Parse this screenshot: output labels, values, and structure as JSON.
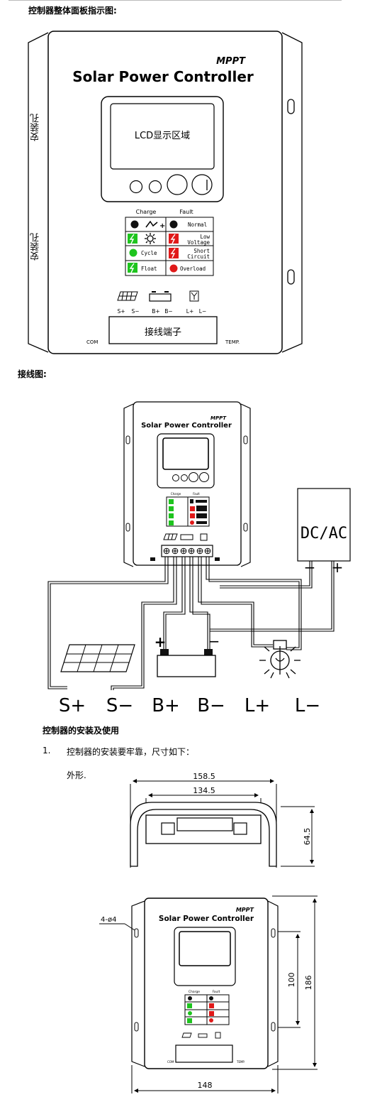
{
  "headings": {
    "panel": "控制器整体面板指示图:",
    "wiring": "接线图:",
    "install": "控制器的安装及使用",
    "item1_num": "1.",
    "item1_text": "控制器的安装要牢靠，尺寸如下：",
    "outline": "外形."
  },
  "panel": {
    "mppt": "MPPT",
    "title": "Solar Power Controller",
    "lcd": "LCD显示区域",
    "mount_hole_label": "安装孔",
    "charge": "Charge",
    "fault": "Fault",
    "normal": "Normal",
    "low_voltage": [
      "Low",
      "Voltage"
    ],
    "cycle": "Cycle",
    "short_circuit": [
      "Short",
      "Circuit"
    ],
    "float": "Float",
    "overload": "Overload",
    "terminals": [
      "S+",
      "S−",
      "B+",
      "B−",
      "L+",
      "L−"
    ],
    "terminal_block": "接线端子",
    "com": "COM",
    "temp": "TEMP."
  },
  "wiring": {
    "mppt": "MPPT",
    "title": "Solar Power Controller",
    "charge": "Charge",
    "fault": "Fault",
    "dcac": "DC/AC",
    "dc_minus": "−",
    "dc_plus": "+",
    "bat_plus": "+",
    "bat_minus": "−",
    "labels": [
      "S+",
      "S−",
      "B+",
      "B−",
      "L+",
      "L−"
    ]
  },
  "dims": {
    "width_outer": "158.5",
    "width_inner": "134.5",
    "depth": "64.5",
    "hole_label": "4-ø4",
    "hole_spacing": "100",
    "height": "186",
    "width_front": "148"
  },
  "colors": {
    "green": "#1ec41e",
    "red": "#e01a1a",
    "dark": "#111111"
  }
}
